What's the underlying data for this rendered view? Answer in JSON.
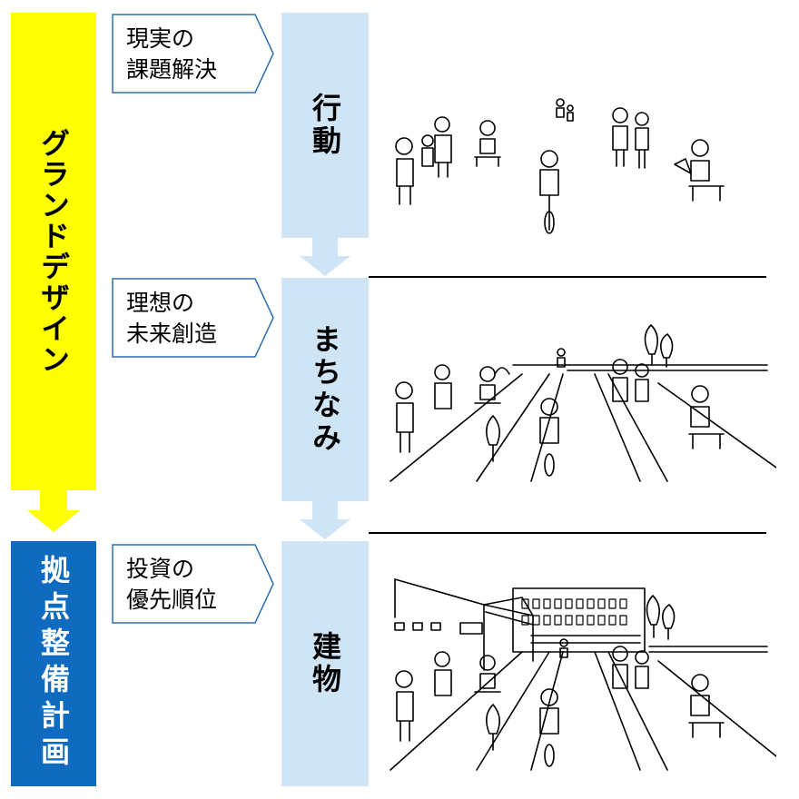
{
  "grand_design": "グランドデザイン",
  "base_plan": "拠点整備計画",
  "stages": [
    {
      "tag": "現実の\n課題解決",
      "label": "行動"
    },
    {
      "tag": "理想の\n未来創造",
      "label": "まちなみ"
    },
    {
      "tag": "投資の\n優先順位",
      "label": "建物"
    }
  ],
  "colors": {
    "yellow": "#ffff00",
    "blue": "#0f6bc0",
    "light_blue": "#cfe4f5",
    "tag_border": "#2e6fb0"
  }
}
